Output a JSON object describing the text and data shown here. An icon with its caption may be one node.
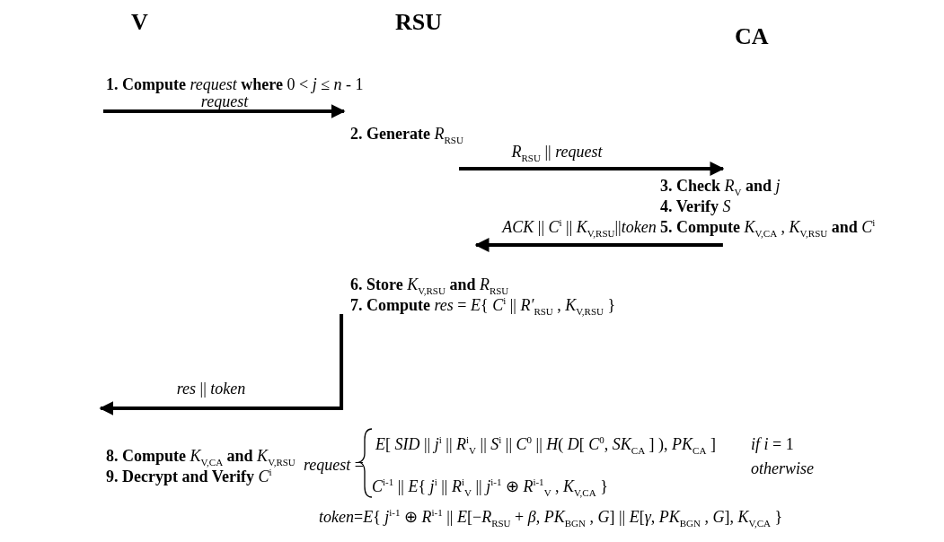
{
  "diagram": {
    "nodes": [
      {
        "text": [
          "**1. Compute** *request* **where** 0 < *j* ≤ *n* - 1"
        ]
      },
      {
        "text": [
          "**2. Generate** *R*$_{RSU}$"
        ]
      },
      {
        "text": [
          "**3. Check** *R*$_{V}$ **and** *j*",
          "**4. Verify** *S*",
          "**5. Compute** *K*$_{V,CA}$ , *K*$_{V,RSU}$ **and** *C*$^{i}$"
        ]
      },
      {
        "text": [
          "**6. Store** *K*$_{V,RSU}$ **and** *R*$_{RSU}$",
          "**7. Compute** *res* = *E*{ *C*$^{i}$ || *R′*$_{RSU}$ , *K*$_{V,RSU}$ }"
        ]
      },
      {
        "text": [
          "**8. Compute** *K*$_{V,CA}$ **and** *K*$_{V,RSU}$",
          "**9. Decrypt and Verify** *C*$^{i}$"
        ]
      }
    ],
    "edges": [
      {
        "from": 0,
        "to": 1,
        "arrow": "to",
        "label": "*request*"
      },
      {
        "from": 1,
        "to": 2,
        "arrow": "to",
        "label": "*R*$_{RSU}$ || *request*"
      },
      {
        "from": 2,
        "to": 3,
        "arrow": "to",
        "label": "*ACK* || *C*$^{i}$ || *K*$_{V,RSU}$||*token*"
      },
      {
        "from": 3,
        "to": 4,
        "arrow": "to",
        "label": "*res* || *token*"
      }
    ],
    "labels": [
      "V",
      "RSU",
      "CA",
      "*request* =",
      "*E*[ *SID* || *j*$^{i}$ || *R*$^{i}$$_{V}$ || *S*$^{i}$ || *C*$^{0}$ || *H*( *D*[ *C*$^{0}$, *SK*$_{CA}$ ] ), *PK*$_{CA}$ ]",
      "*if*   *i* = 1",
      "*C*$^{i-1}$ || *E*{ *j*$^{i}$ || *R*$^{i}$$_{V}$ || *j*$^{i-1}$ ⊕ *R*$^{i-1}$$_{V}$ , *K*$_{V,CA}$ }",
      "*otherwise*",
      "*token*=*E*{ *j*$^{i-1}$ ⊕ *R*$^{i-1}$ || *E*[−*R*$_{RSU}$ + *β*, *PK*$_{BGN}$ , *G*] || *E*[*γ*, *PK*$_{BGN}$ , *G*], *K*$_{V,CA}$ }"
    ]
  }
}
